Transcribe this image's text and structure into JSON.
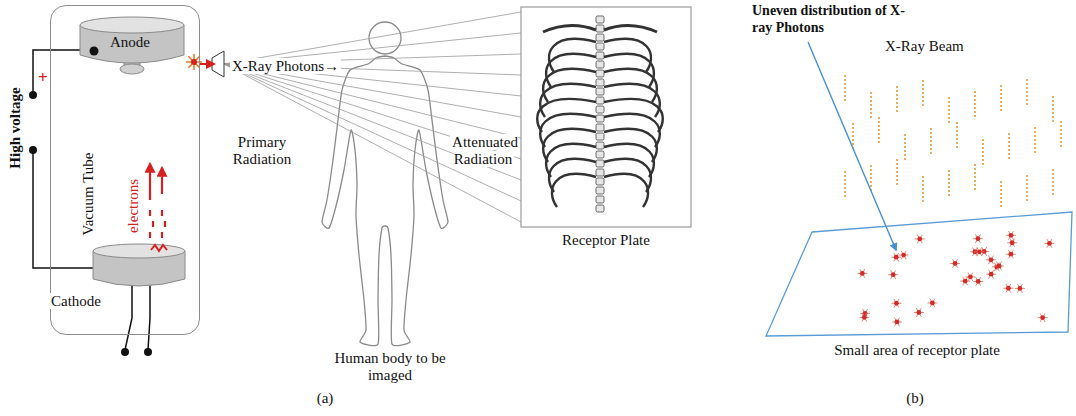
{
  "diagram": {
    "nodes": [
      {
        "text": [
          "Vacuum Tube"
        ]
      },
      {
        "text": [
          "Anode"
        ],
        "in": 0
      },
      {
        "text": [
          "Cathode"
        ],
        "in": 0
      },
      {
        "text": [
          "Receptor Plate"
        ]
      },
      {
        "text": [
          "Small area of receptor plate"
        ]
      }
    ],
    "labels": [
      "+",
      "High voltage",
      "electrons",
      "X-Ray Photons→",
      "Primary Radiation",
      "Human body to be imaged",
      "Attenuated Radiation",
      "(a)",
      "Uneven distribution of X-ray Photons",
      "X-Ray Beam",
      "(b)"
    ]
  }
}
